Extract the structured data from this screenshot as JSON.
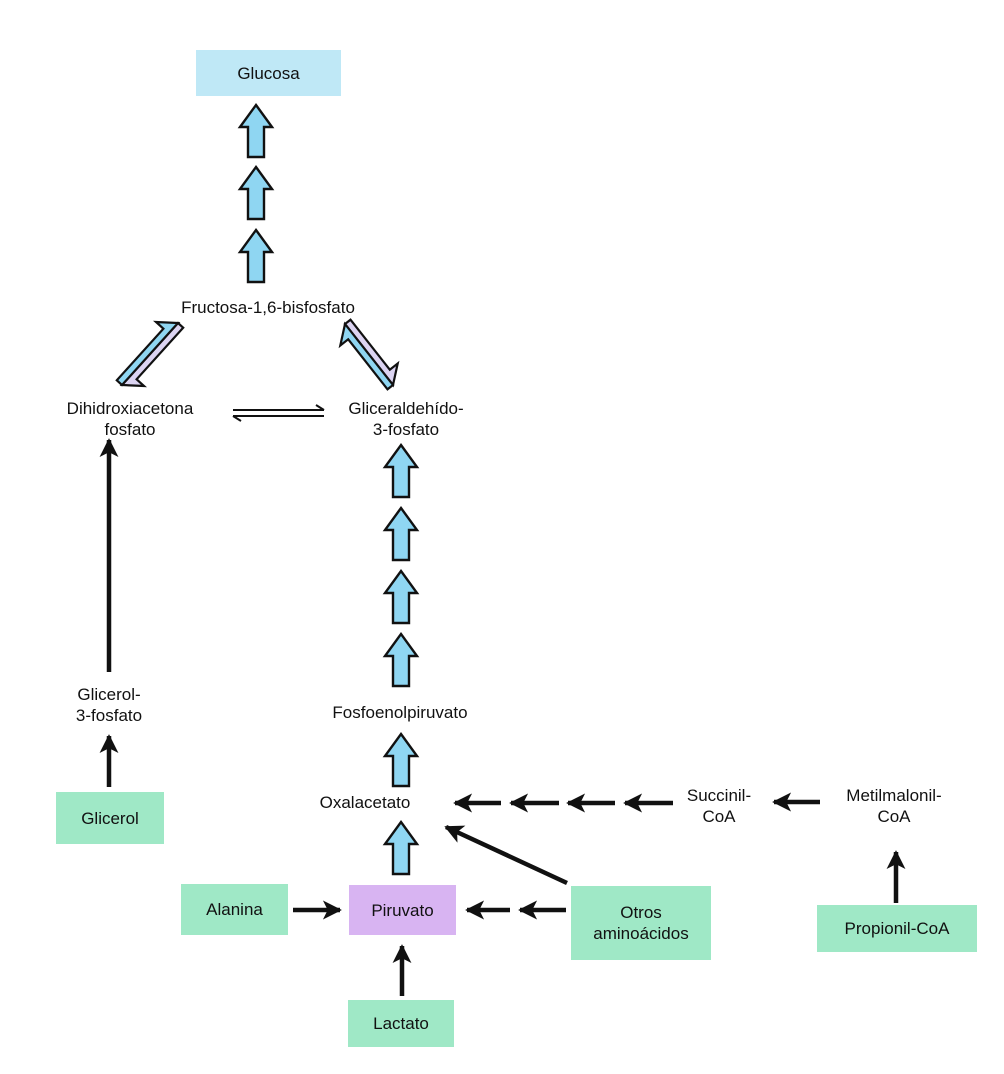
{
  "diagram": {
    "title": "Gluconeogénesis: precursores de glucosa",
    "colors": {
      "glucose_box": "#bfe8f6",
      "source_box": "#9fe8c6",
      "pyruvate_box": "#d8b4f2",
      "pathway_arrow": "#8fd6f2",
      "reverse_arrow": "#dcd4f2",
      "stroke": "#111111"
    },
    "nodes": {
      "glucosa": "Glucosa",
      "fructosa": "Fructosa-1,6-bisfosfato",
      "dhap_line1": "Dihidroxiacetona",
      "dhap_line2": "fosfato",
      "gap_line1": "Gliceraldehído-",
      "gap_line2": "3-fosfato",
      "g3p_line1": "Glicerol-",
      "g3p_line2": "3-fosfato",
      "glicerol": "Glicerol",
      "pep": "Fosfoenolpiruvato",
      "oxalacetato": "Oxalacetato",
      "succinil_line1": "Succinil-",
      "succinil_line2": "CoA",
      "metilmalonil_line1": "Metilmalonil-",
      "metilmalonil_line2": "CoA",
      "alanina": "Alanina",
      "piruvato": "Piruvato",
      "otros_line1": "Otros",
      "otros_line2": "aminoácidos",
      "propionil": "Propionil-CoA",
      "lactato": "Lactato"
    },
    "edges": [
      {
        "from": "Fructosa-1,6-bisfosfato",
        "to": "Glucosa",
        "steps": 3,
        "style": "block"
      },
      {
        "from": "Dihidroxiacetona fosfato",
        "to": "Fructosa-1,6-bisfosfato",
        "style": "reversible-block"
      },
      {
        "from": "Gliceraldehído-3-fosfato",
        "to": "Fructosa-1,6-bisfosfato",
        "style": "reversible-block"
      },
      {
        "from": "Dihidroxiacetona fosfato",
        "to": "Gliceraldehído-3-fosfato",
        "style": "equilibrium"
      },
      {
        "from": "Glicerol-3-fosfato",
        "to": "Dihidroxiacetona fosfato",
        "style": "line"
      },
      {
        "from": "Glicerol",
        "to": "Glicerol-3-fosfato",
        "style": "line"
      },
      {
        "from": "Fosfoenolpiruvato",
        "to": "Gliceraldehído-3-fosfato",
        "steps": 4,
        "style": "block"
      },
      {
        "from": "Oxalacetato",
        "to": "Fosfoenolpiruvato",
        "steps": 1,
        "style": "block"
      },
      {
        "from": "Piruvato",
        "to": "Oxalacetato",
        "steps": 1,
        "style": "block"
      },
      {
        "from": "Succinil-CoA",
        "to": "Oxalacetato",
        "steps": 4,
        "style": "line"
      },
      {
        "from": "Metilmalonil-CoA",
        "to": "Succinil-CoA",
        "style": "line"
      },
      {
        "from": "Propionil-CoA",
        "to": "Metilmalonil-CoA",
        "style": "line"
      },
      {
        "from": "Otros aminoácidos",
        "to": "Oxalacetato",
        "style": "line"
      },
      {
        "from": "Otros aminoácidos",
        "to": "Piruvato",
        "steps": 2,
        "style": "line"
      },
      {
        "from": "Alanina",
        "to": "Piruvato",
        "style": "line"
      },
      {
        "from": "Lactato",
        "to": "Piruvato",
        "style": "line"
      }
    ]
  }
}
